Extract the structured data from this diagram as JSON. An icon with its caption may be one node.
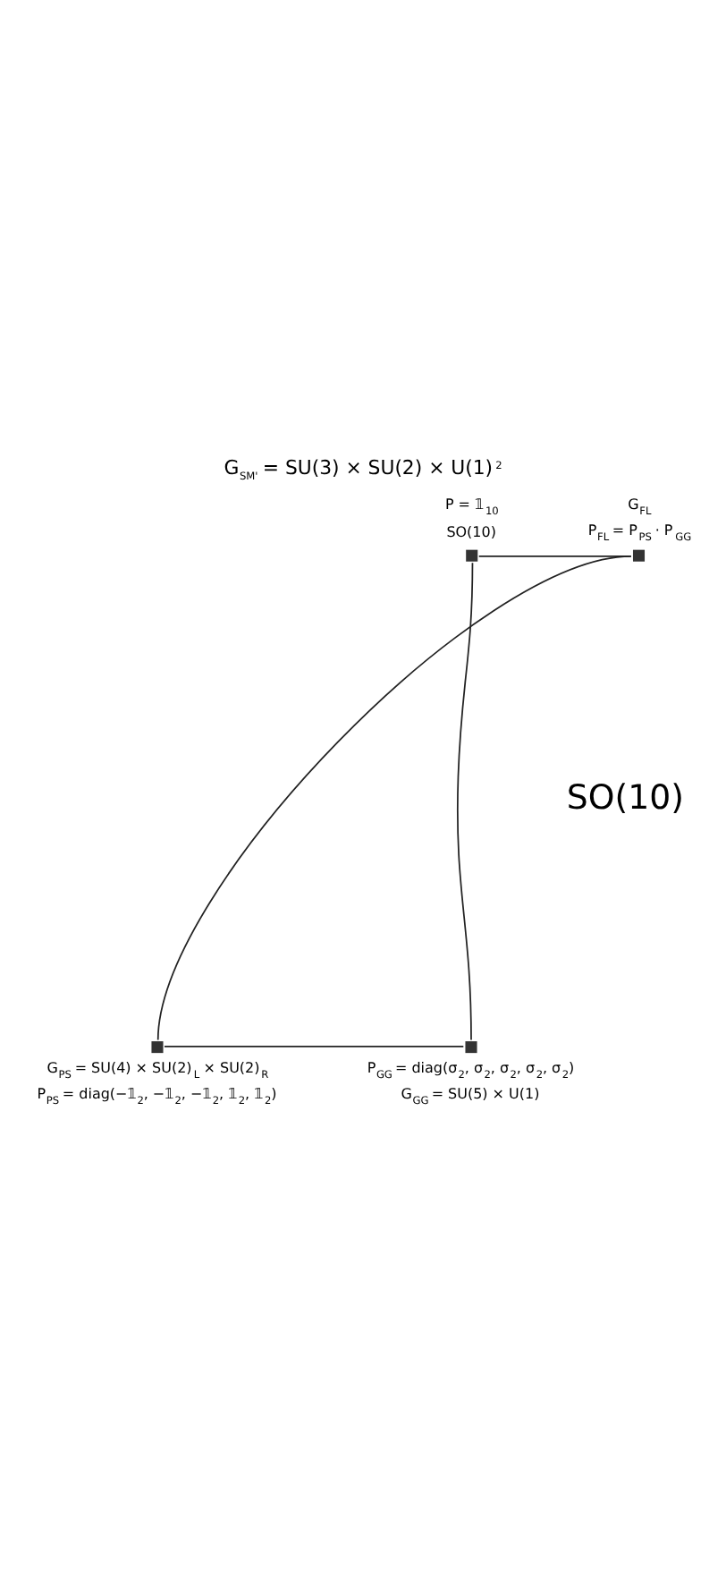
{
  "diagram": {
    "title": "G$_{SM'}$ = SU(3) × SU(2) × U(1)$^{2}$",
    "nodes": [
      {
        "text": [
          "P = 𝟙$_{10}$",
          "SO(10)"
        ]
      },
      {
        "text": [
          "G$_{FL}$",
          "P$_{FL}$ = P$_{PS}$ · P$_{GG}$"
        ]
      },
      {
        "text": [
          "G$_{PS}$ = SU(4) × SU(2)$_{L}$ × SU(2)$_{R}$",
          "P$_{PS}$ = diag(−𝟙$_{2}$, −𝟙$_{2}$, −𝟙$_{2}$, 𝟙$_{2}$, 𝟙$_{2}$)"
        ]
      },
      {
        "text": [
          "P$_{GG}$ = diag(σ$_{2}$, σ$_{2}$, σ$_{2}$, σ$_{2}$, σ$_{2}$)",
          "G$_{GG}$ = SU(5) × U(1)"
        ]
      }
    ],
    "edges": [
      {
        "from": 0,
        "to": 1,
        "arrow": "none"
      },
      {
        "from": 1,
        "to": 2,
        "arrow": "none"
      },
      {
        "from": 2,
        "to": 3,
        "arrow": "none"
      },
      {
        "from": 3,
        "to": 0,
        "arrow": "none"
      }
    ],
    "labels": [
      "SO(10)"
    ]
  }
}
